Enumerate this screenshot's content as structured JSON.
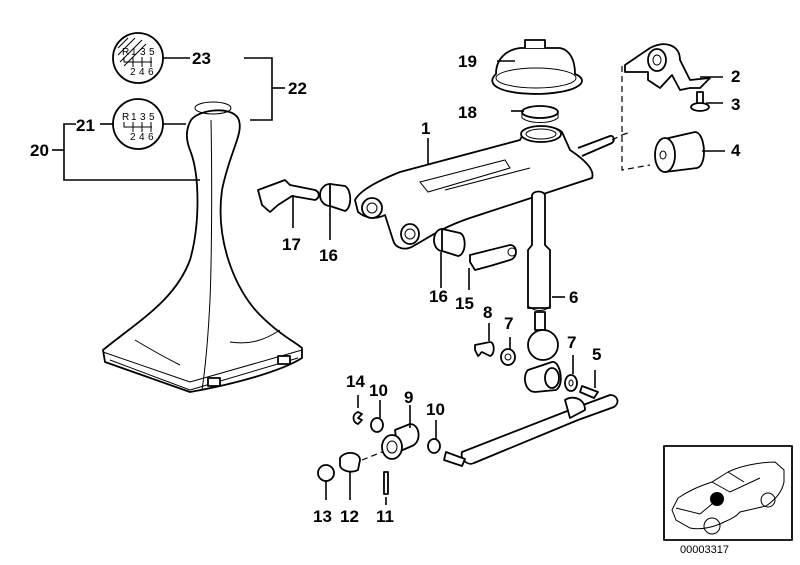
{
  "diagram": {
    "title": "Gear shift parts exploded view",
    "callouts": [
      {
        "id": "1",
        "label": "1",
        "part": "selector-lever-bracket"
      },
      {
        "id": "2",
        "label": "2",
        "part": "bearing-bracket"
      },
      {
        "id": "3",
        "label": "3",
        "part": "bolt"
      },
      {
        "id": "4",
        "label": "4",
        "part": "rubber-mount"
      },
      {
        "id": "5",
        "label": "5",
        "part": "pin"
      },
      {
        "id": "6",
        "label": "6",
        "part": "shift-lever"
      },
      {
        "id": "7a",
        "label": "7",
        "part": "washer"
      },
      {
        "id": "7b",
        "label": "7",
        "part": "washer"
      },
      {
        "id": "8",
        "label": "8",
        "part": "clip"
      },
      {
        "id": "9",
        "label": "9",
        "part": "joint"
      },
      {
        "id": "10a",
        "label": "10",
        "part": "washer"
      },
      {
        "id": "10b",
        "label": "10",
        "part": "washer"
      },
      {
        "id": "11",
        "label": "11",
        "part": "dowel-pin"
      },
      {
        "id": "12",
        "label": "12",
        "part": "bushing"
      },
      {
        "id": "13",
        "label": "13",
        "part": "cap"
      },
      {
        "id": "14",
        "label": "14",
        "part": "circlip"
      },
      {
        "id": "15",
        "label": "15",
        "part": "clamp-right"
      },
      {
        "id": "16a",
        "label": "16",
        "part": "bushing-left"
      },
      {
        "id": "16b",
        "label": "16",
        "part": "bushing-right"
      },
      {
        "id": "17",
        "label": "17",
        "part": "clamp-left"
      },
      {
        "id": "18",
        "label": "18",
        "part": "ring"
      },
      {
        "id": "19",
        "label": "19",
        "part": "boot"
      },
      {
        "id": "20",
        "label": "20",
        "part": "shift-knob-assembly"
      },
      {
        "id": "21",
        "label": "21",
        "part": "emblem"
      },
      {
        "id": "22",
        "label": "22",
        "part": "shift-knob-illuminated"
      },
      {
        "id": "23",
        "label": "23",
        "part": "emblem-illuminated"
      }
    ],
    "shift_pattern": {
      "top": [
        "R",
        "1",
        "3",
        "5"
      ],
      "bottom": [
        "2",
        "4",
        "6"
      ]
    },
    "reference_number": "00003317"
  }
}
